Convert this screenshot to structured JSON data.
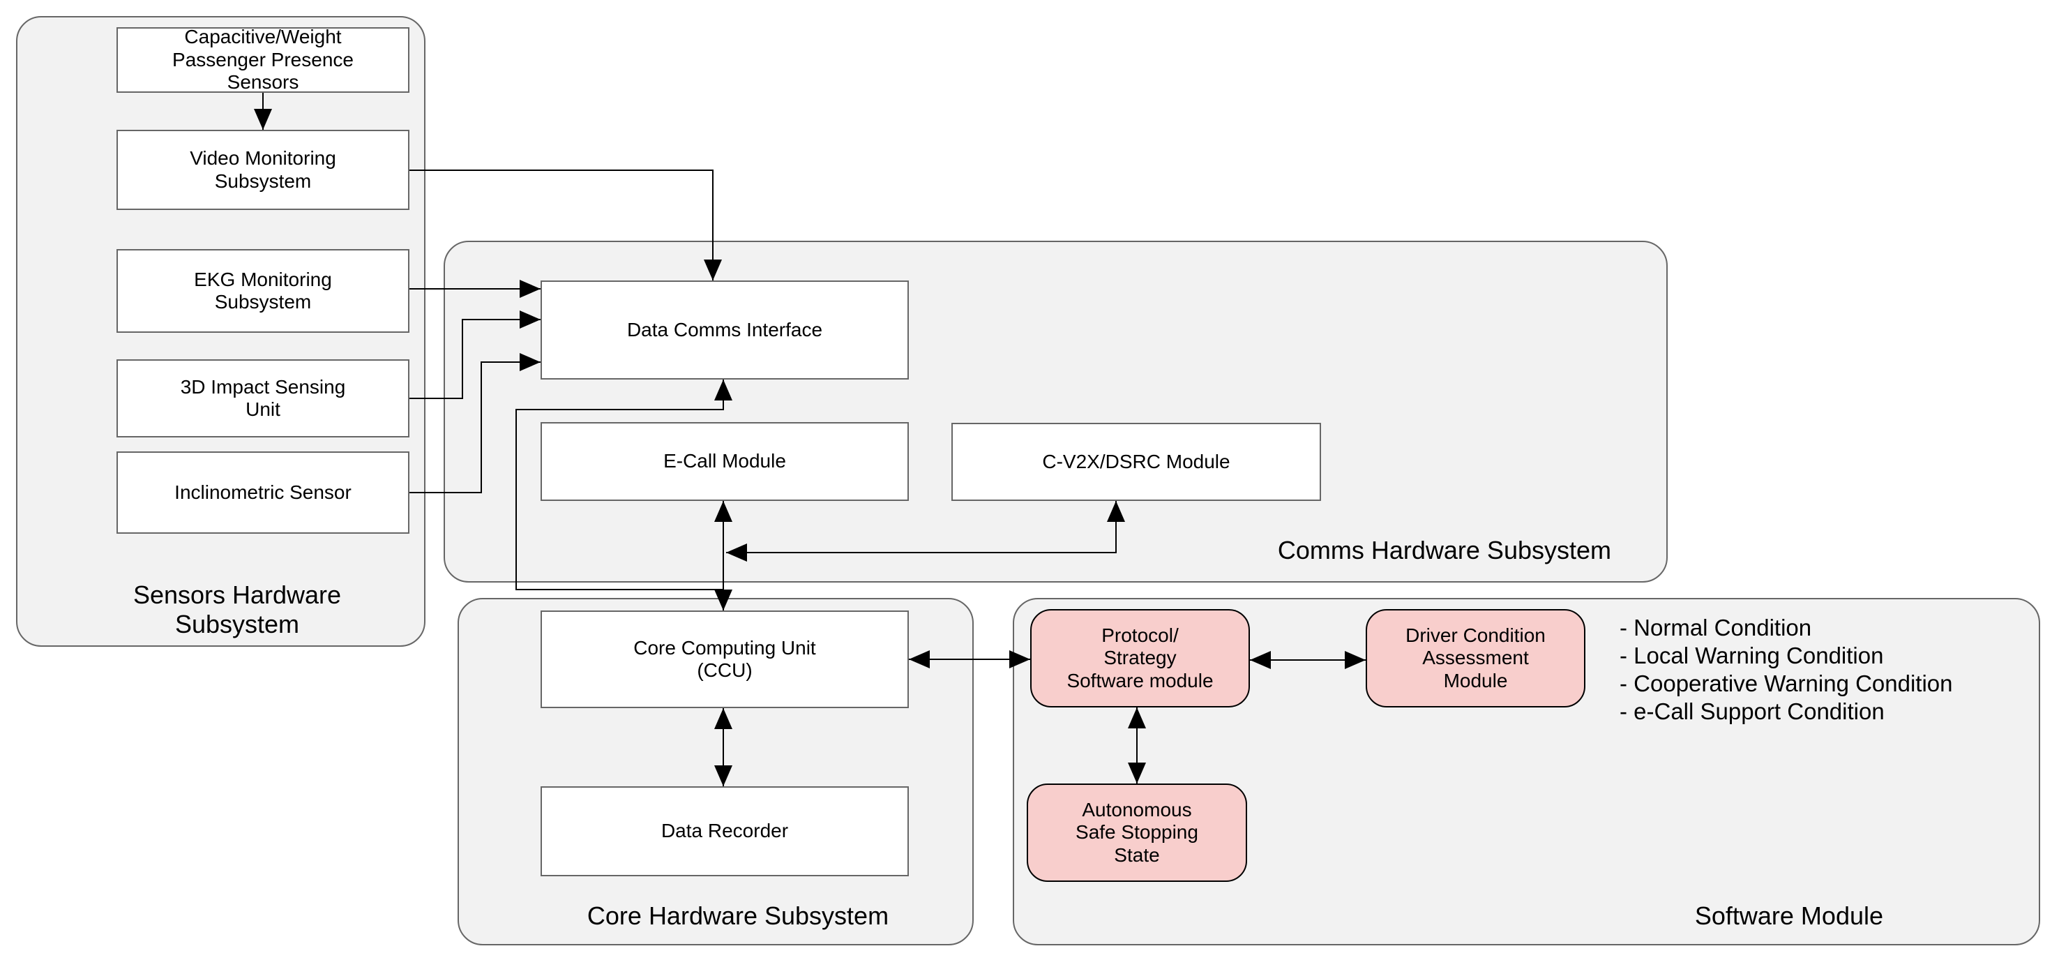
{
  "containers": {
    "sensors": {
      "label": "Sensors Hardware\nSubsystem"
    },
    "comms": {
      "label": "Comms Hardware Subsystem"
    },
    "core": {
      "label": "Core Hardware Subsystem"
    },
    "software": {
      "label": "Software Module"
    }
  },
  "nodes": {
    "capacitive": {
      "label": "Capacitive/Weight\nPassenger Presence\nSensors"
    },
    "video": {
      "label": "Video Monitoring\nSubsystem"
    },
    "ekg": {
      "label": "EKG Monitoring\nSubsystem"
    },
    "impact": {
      "label": "3D Impact Sensing\nUnit"
    },
    "inclinometric": {
      "label": "Inclinometric Sensor"
    },
    "datacomms": {
      "label": "Data Comms Interface"
    },
    "ecall": {
      "label": "E-Call Module"
    },
    "cv2x": {
      "label": "C-V2X/DSRC Module"
    },
    "ccu": {
      "label": "Core Computing Unit\n(CCU)"
    },
    "recorder": {
      "label": "Data Recorder"
    },
    "protocol": {
      "label": "Protocol/\nStrategy\nSoftware module"
    },
    "driver": {
      "label": "Driver Condition\nAssessment\nModule"
    },
    "autonomous": {
      "label": "Autonomous\nSafe Stopping\nState"
    }
  },
  "conditions": {
    "items": [
      "- Normal Condition",
      "- Local Warning Condition",
      "- Cooperative Warning Condition",
      "- e-Call Support Condition"
    ]
  },
  "colors": {
    "container_fill": "#f2f2f2",
    "container_border": "#666666",
    "node_fill": "#ffffff",
    "node_border": "#666666",
    "software_fill": "#f8cecc",
    "software_border": "#000000",
    "edge": "#000000"
  }
}
